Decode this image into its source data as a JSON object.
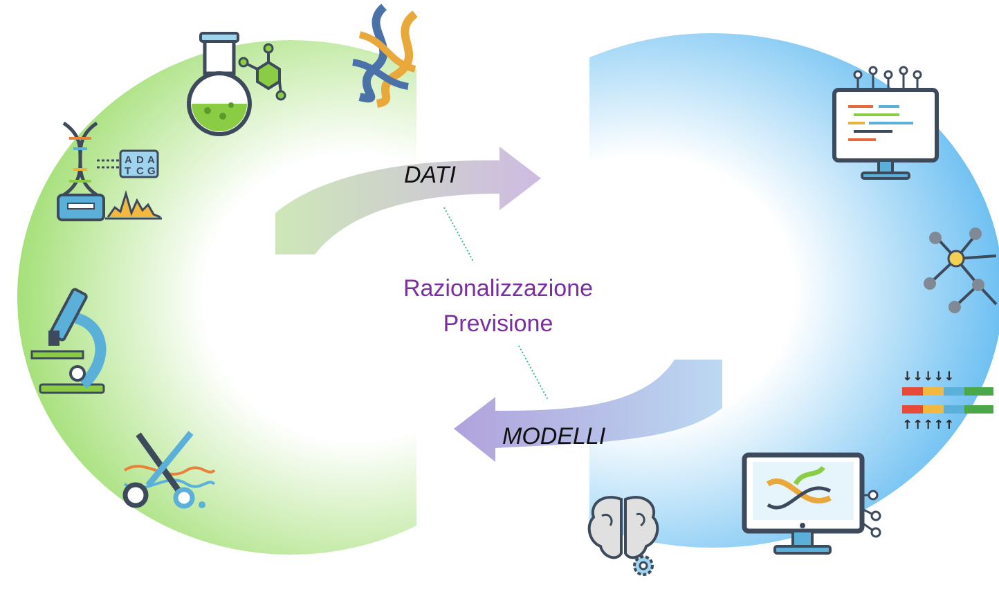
{
  "diagram": {
    "arrow_top_label": "DATI",
    "arrow_bottom_label": "MODELLI",
    "center_lines": [
      "Razionalizzazione",
      "Previsione"
    ],
    "left_icons": [
      "flask-icon",
      "rna-strand-icon",
      "dna-sequencer-icon",
      "microscope-icon",
      "gene-editing-scissors-icon"
    ],
    "right_icons": [
      "code-monitor-icon",
      "network-graph-icon",
      "sequence-alignment-icon",
      "molecular-model-monitor-icon",
      "brain-gear-icon"
    ],
    "colors": {
      "left_ellipse": "#a6e07a",
      "right_ellipse": "#6ec0f2",
      "center_text": "#7a2fa0",
      "top_arrow_head": "#c9b3df",
      "top_arrow_tail": "#c8e4b0",
      "bottom_arrow_head": "#a898d8",
      "bottom_arrow_tail": "#b4d4f0",
      "connector": "#33bb88"
    },
    "sequencer_letters": [
      "A",
      "D",
      "A",
      "T",
      "C",
      "G"
    ]
  }
}
